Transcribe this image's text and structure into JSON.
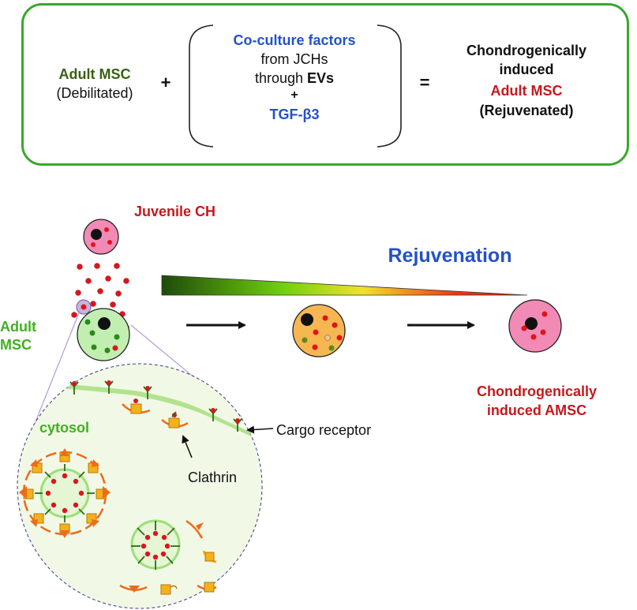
{
  "equation": {
    "adult_msc": "Adult MSC",
    "debilitated": "(Debilitated)",
    "plus1": "+",
    "factors_line1": "Co-culture factors",
    "factors_line2": "from JCHs",
    "factors_line3_pre": "through ",
    "factors_line3_bold": "EVs",
    "plus2": "+",
    "tgf": "TGF-β3",
    "equals": "=",
    "result_line1": "Chondrogenically",
    "result_line2": "induced",
    "result_line3": "Adult MSC",
    "result_line4": "(Rejuvenated)"
  },
  "diagram": {
    "juvenile_ch": "Juvenile CH",
    "rejuvenation": "Rejuvenation",
    "adult_msc_line1": "Adult",
    "adult_msc_line2": "MSC",
    "result_line1": "Chondrogenically",
    "result_line2": "induced AMSC",
    "cytosol": "cytosol",
    "cargo_receptor": "Cargo receptor",
    "clathrin": "Clathrin"
  },
  "colors": {
    "frame_green": "#3aa72e",
    "title_dark_green": "#3a6013",
    "factor_blue": "#2451c8",
    "label_red": "#c8171c",
    "adult_green": "#3fb11d",
    "juvenile_pink": "#f28ab6",
    "intermediate_orange": "#f6b651"
  }
}
